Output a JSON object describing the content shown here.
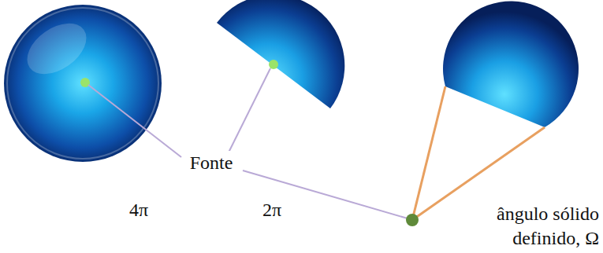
{
  "diagram": {
    "labels": [
      "Fonte",
      "4π",
      "2π",
      "ângulo sólido definido, Ω"
    ]
  }
}
